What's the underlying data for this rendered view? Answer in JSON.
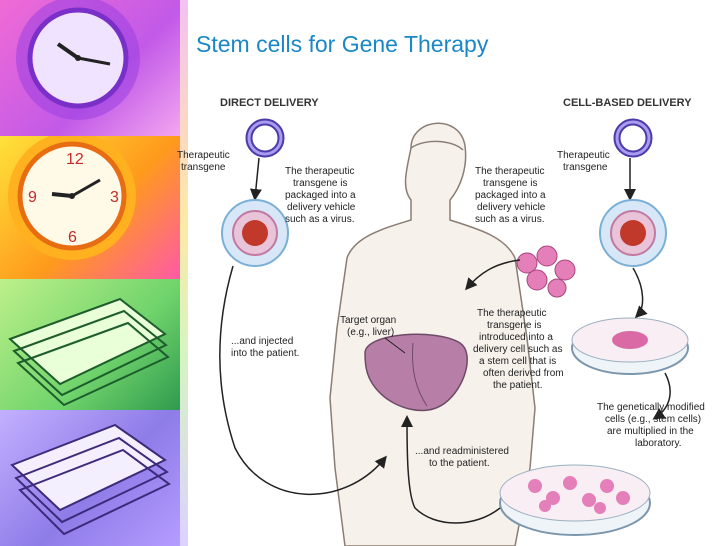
{
  "slide": {
    "title": "Stem cells for Gene Therapy"
  },
  "sidebar": {
    "tiles": [
      {
        "icon": "clock-icon"
      },
      {
        "icon": "clock-icon"
      },
      {
        "icon": "stacked-papers-icon"
      },
      {
        "icon": "stacked-papers-icon"
      }
    ]
  },
  "diagram": {
    "direct_delivery": {
      "header": "DIRECT DELIVERY",
      "transgene_label": [
        "Therapeutic",
        "transgene"
      ],
      "vehicle_text": [
        "The therapeutic",
        "transgene is",
        "packaged into a",
        "delivery vehicle",
        "such as a virus."
      ],
      "injected_text": [
        "...and injected",
        "into the patient."
      ]
    },
    "target_organ": [
      "Target organ",
      "(e.g., liver)"
    ],
    "readminister_text": [
      "...and readministered",
      "to the patient."
    ],
    "cell_based_delivery": {
      "header": "CELL-BASED DELIVERY",
      "transgene_label": [
        "Therapeutic",
        "transgene"
      ],
      "vehicle_text": [
        "The therapeutic",
        "transgene is",
        "packaged into a",
        "delivery vehicle",
        "such as a virus."
      ],
      "stem_cell_text": [
        "The therapeutic",
        "transgene is",
        "introduced into a",
        "delivery cell such as",
        "a stem cell that is",
        "often derived from",
        "the patient."
      ],
      "modified_cells_text": [
        "The genetically modified",
        "cells (e.g., stem cells)",
        "are multiplied in the",
        "laboratory."
      ]
    }
  }
}
